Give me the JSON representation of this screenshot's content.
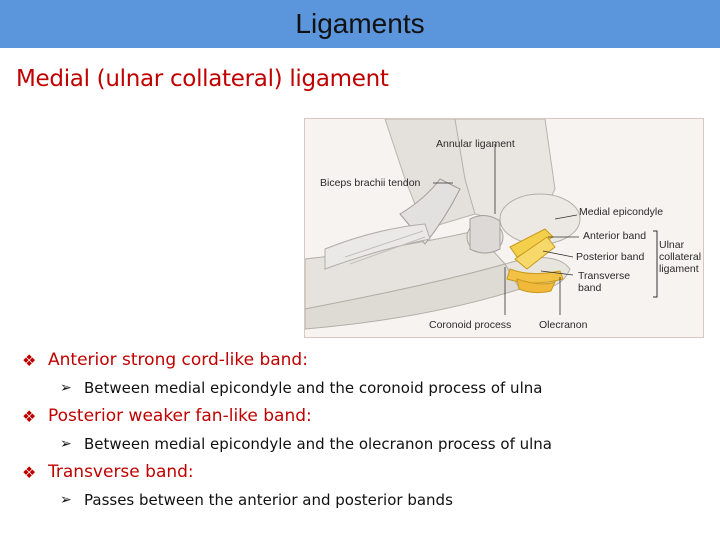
{
  "title": "Ligaments",
  "subtitle": "Medial (ulnar collateral) ligament",
  "figure": {
    "labels": {
      "annular": "Annular ligament",
      "biceps": "Biceps brachii tendon",
      "medial_epicondyle": "Medial epicondyle",
      "anterior_band": "Anterior band",
      "posterior_band": "Posterior band",
      "transverse_band_1": "Transverse",
      "transverse_band_2": "band",
      "ulnar_1": "Ulnar",
      "ulnar_2": "collateral",
      "ulnar_3": "ligament",
      "coronoid": "Coronoid process",
      "olecranon": "Olecranon"
    }
  },
  "bullets": [
    {
      "text": "Anterior strong cord-like band:",
      "sub": "Between medial epicondyle and the coronoid process of ulna"
    },
    {
      "text": "Posterior weaker fan-like band:",
      "sub": "Between medial epicondyle and the olecranon process of ulna"
    },
    {
      "text": "Transverse band:",
      "sub": "Passes between the anterior and posterior bands"
    }
  ],
  "colors": {
    "header_bg": "#5b95db",
    "accent_red": "#c00000",
    "ligament_yellow": "#f2c23a"
  },
  "icons": {
    "bullet_level1": "diamond-four-petal-icon",
    "bullet_level2": "arrowhead-icon"
  }
}
